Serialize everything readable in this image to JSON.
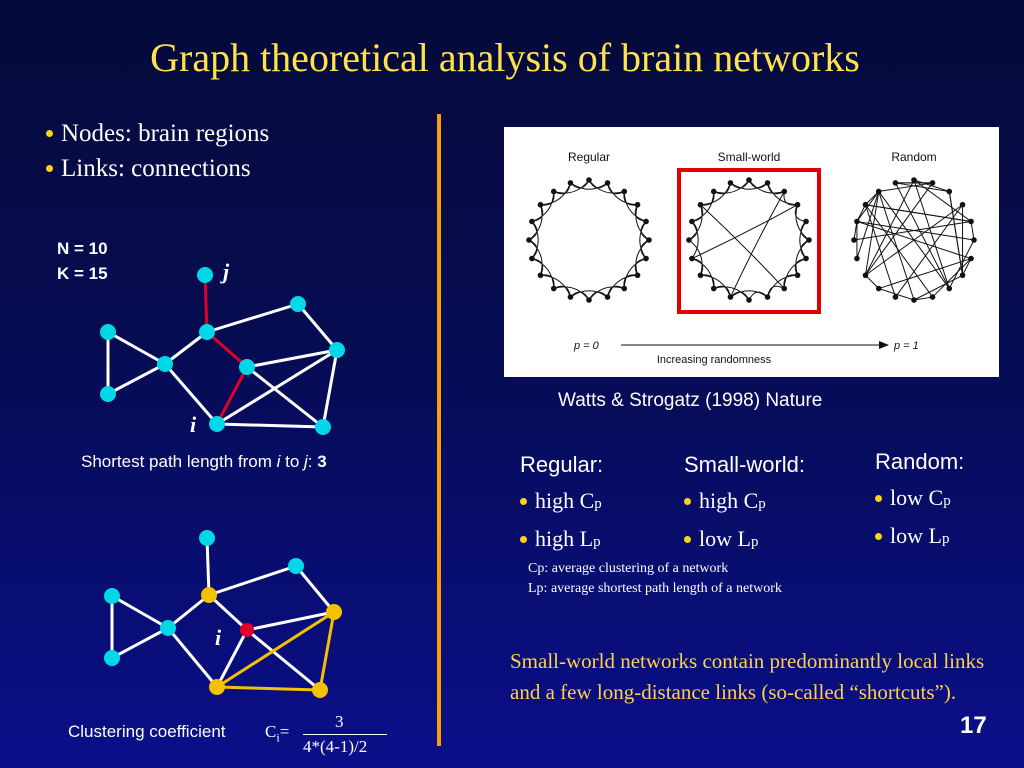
{
  "title": "Graph theoretical analysis of brain networks",
  "bullets": [
    "Nodes: brain regions",
    "Links: connections"
  ],
  "network_stats": {
    "n": "N = 10",
    "k": "K = 15"
  },
  "node_labels": {
    "j": "j",
    "i_top": "i",
    "i_bottom": "i"
  },
  "shortest_path": {
    "prefix": "Shortest path length from ",
    "i": "i",
    "to": " to ",
    "j": "j",
    "colon": ": ",
    "value": "3"
  },
  "clustering": {
    "label": "Clustering coefficient",
    "lhs": "C",
    "sub": "i",
    "eq": "=",
    "numerator": "3",
    "denominator": "4*(4-1)/2"
  },
  "watts_panel": {
    "labels": [
      "Regular",
      "Small-world",
      "Random"
    ],
    "p_left": "p = 0",
    "p_right": "p = 1",
    "axis_label": "Increasing randomness"
  },
  "citation": "Watts & Strogatz (1998) Nature",
  "network_types": [
    {
      "name": "Regular:",
      "items": [
        {
          "m": "high C",
          "s": "p"
        },
        {
          "m": "high L",
          "s": "p"
        }
      ]
    },
    {
      "name": "Small-world:",
      "items": [
        {
          "m": "high C",
          "s": "p"
        },
        {
          "m": "low L",
          "s": "p"
        }
      ]
    },
    {
      "name": "Random:",
      "items": [
        {
          "m": "low C",
          "s": "p"
        },
        {
          "m": "low L",
          "s": "p"
        }
      ]
    }
  ],
  "definitions": [
    "Cp: average clustering of a network",
    "Lp: average shortest path length of a network"
  ],
  "summary": "Small-world networks contain predominantly local links and a few long-distance links (so-called “shortcuts”).",
  "page_number": "17",
  "colors": {
    "title": "#ffe24a",
    "node": "#00d8e8",
    "path": "#e0002a",
    "clustering_node": "#f2c200",
    "highlight_box": "#e00000",
    "divider": "#f7a000"
  }
}
